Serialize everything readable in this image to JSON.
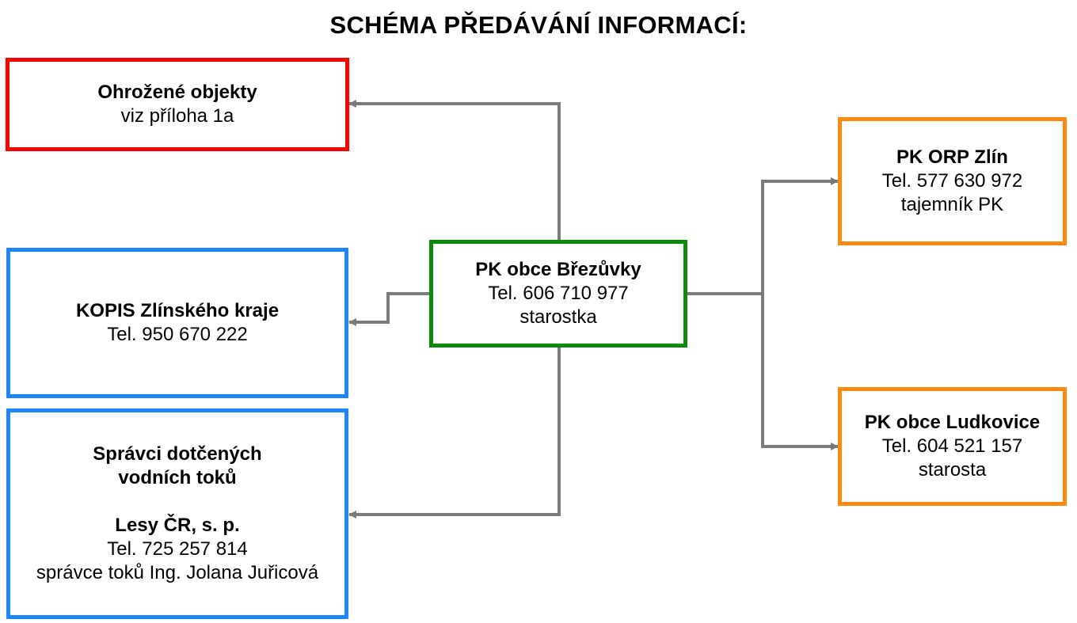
{
  "title": "SCHÉMA PŘEDÁVÁNÍ INFORMACÍ:",
  "colors": {
    "red": "#ff0000",
    "blue": "#1e86ff",
    "green": "#0a8a0a",
    "orange": "#ff8a10",
    "connector": "#7a7a7a"
  },
  "center": {
    "name": "PK obce Březůvky",
    "phone": "Tel. 606 710 977",
    "role": "starostka"
  },
  "threatened_objects": {
    "name": "Ohrožené objekty",
    "note": "viz příloha 1a"
  },
  "kopis": {
    "name": "KOPIS Zlínského kraje",
    "phone": "Tel. 950 670 222"
  },
  "water_managers": {
    "heading_line1": "Správci dotčených",
    "heading_line2": "vodních toků",
    "org": "Lesy ČR, s. p.",
    "phone": "Tel. 725 257 814",
    "contact": "správce toků Ing. Jolana Juřicová"
  },
  "orp_zlin": {
    "name": "PK ORP Zlín",
    "phone": "Tel. 577 630 972",
    "role": "tajemník PK"
  },
  "ludkovice": {
    "name": "PK obce Ludkovice",
    "phone": "Tel. 604 521 157",
    "role": "starosta"
  }
}
